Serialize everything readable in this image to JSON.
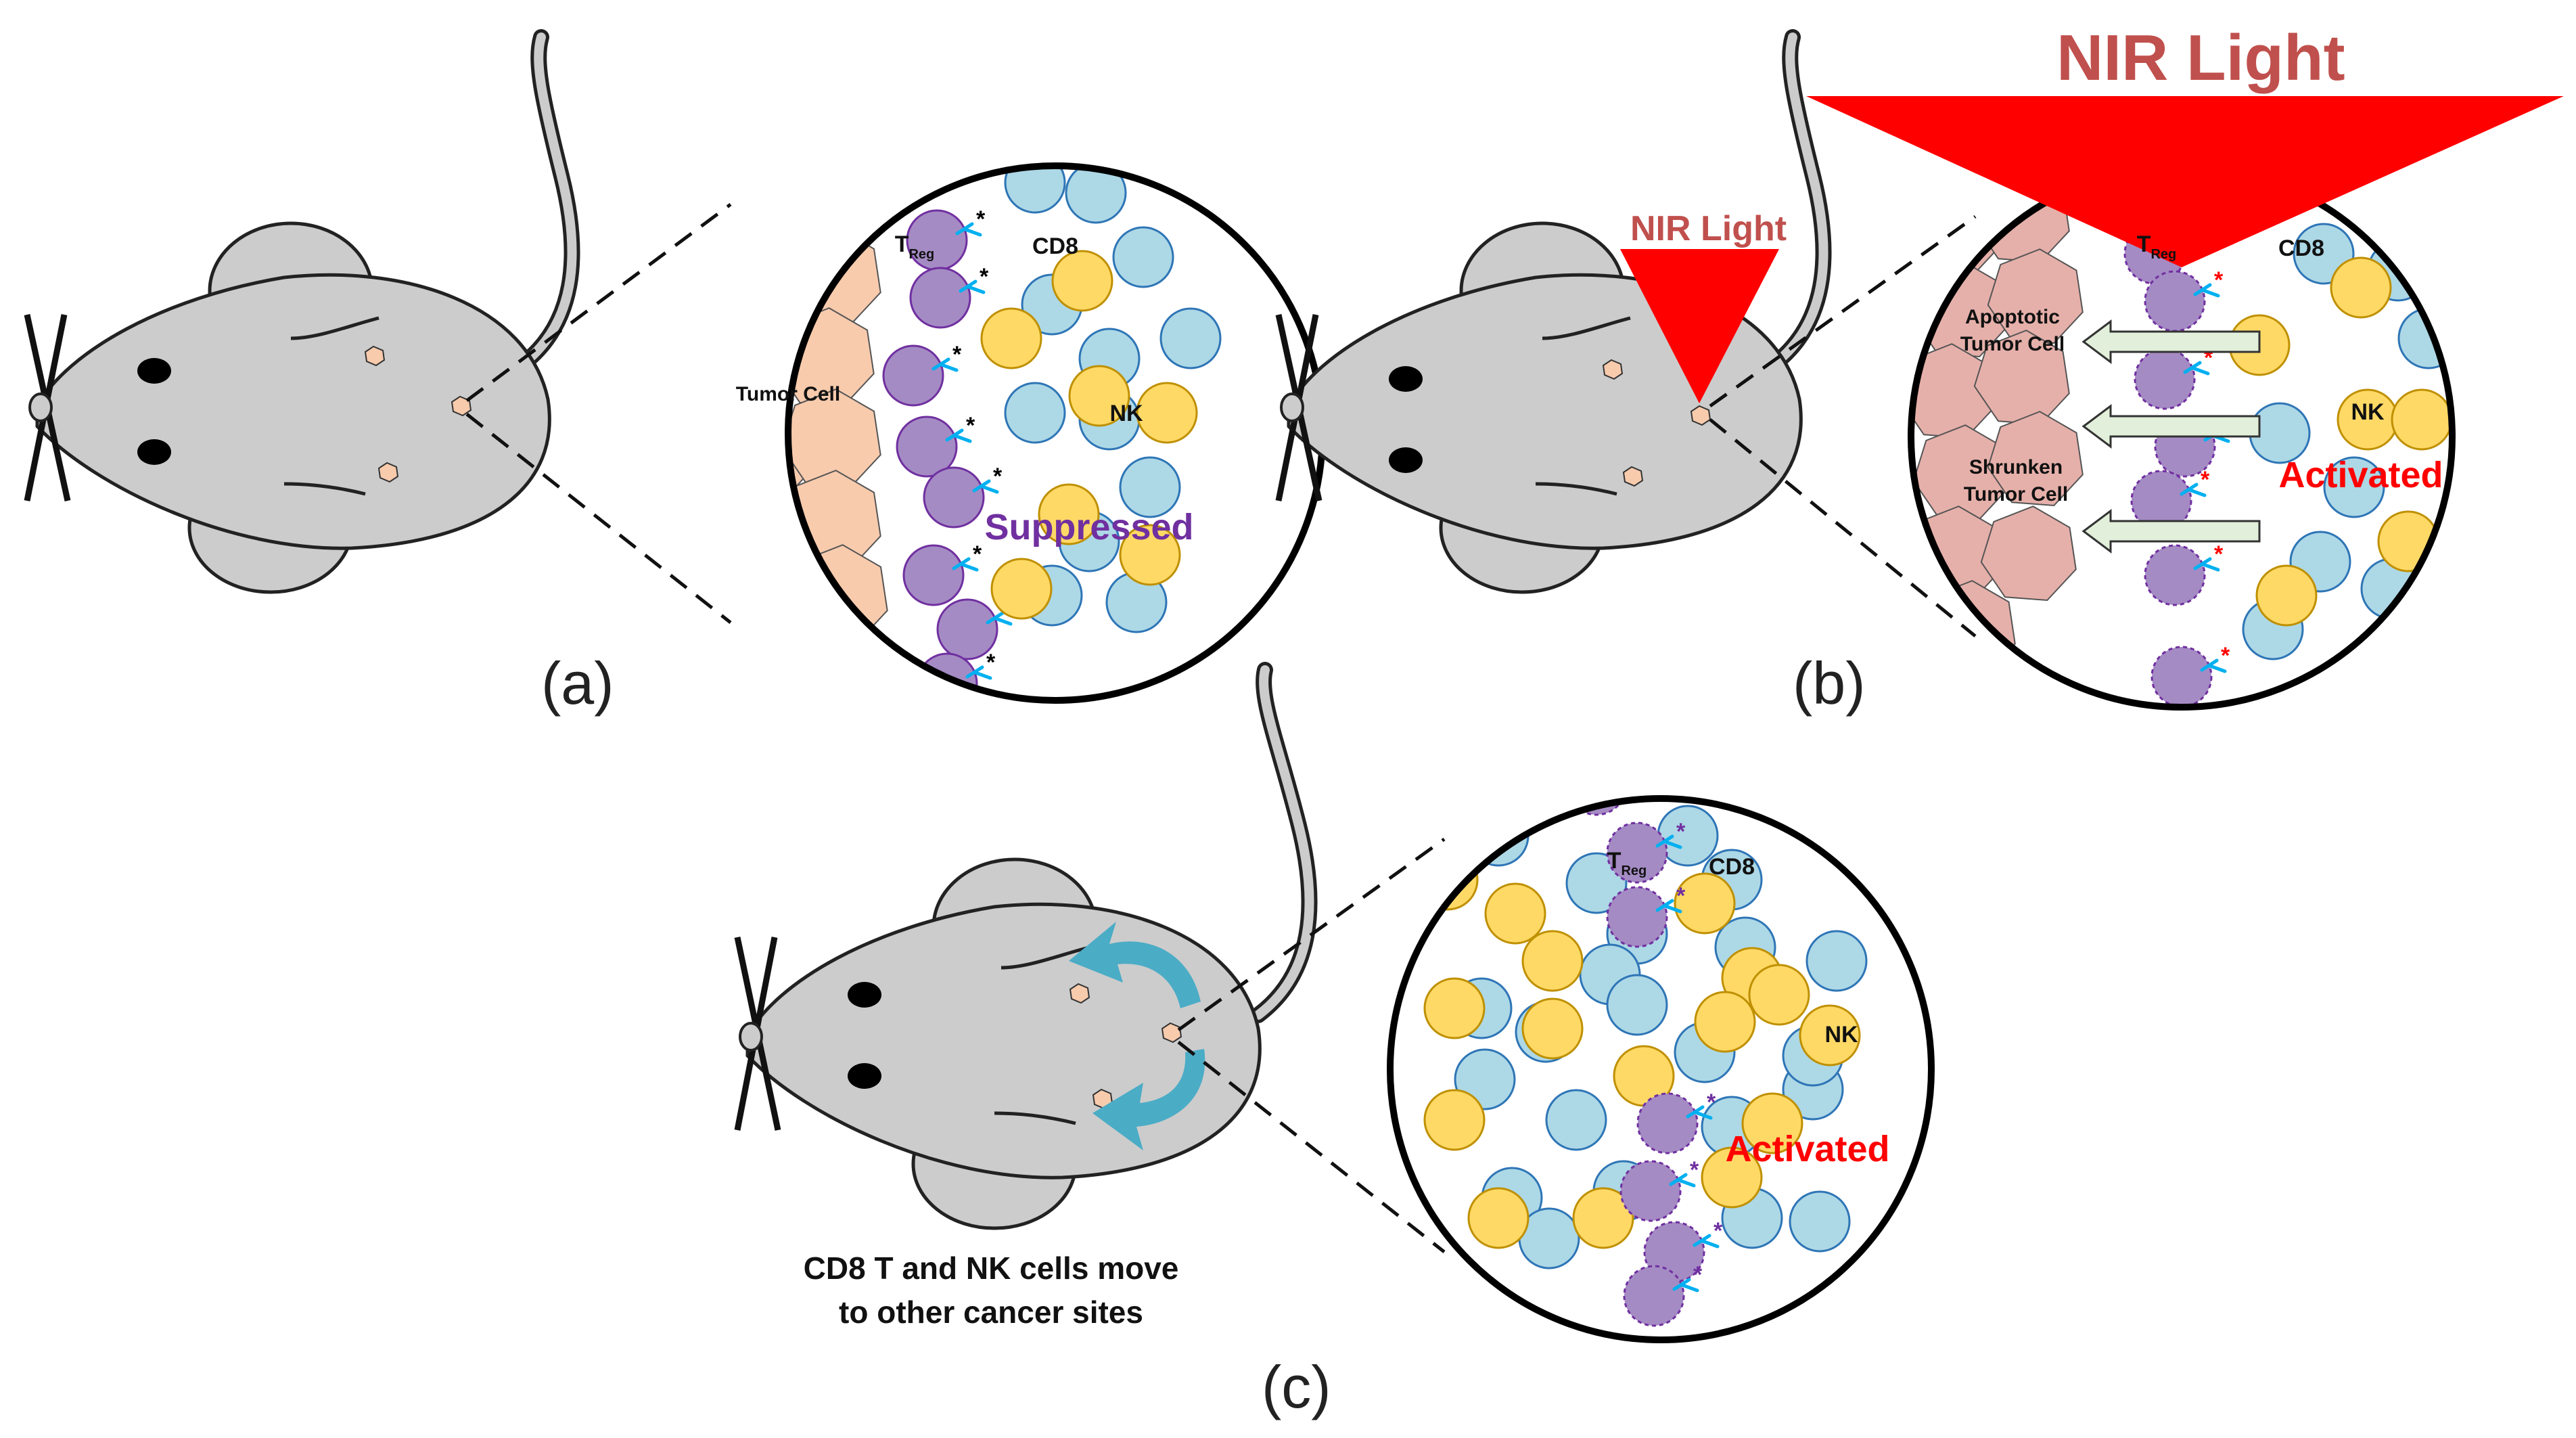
{
  "panels": {
    "a": {
      "label": "(a)",
      "tumor_label": "Tumor Cell",
      "treg_label": "T",
      "treg_sub": "Reg",
      "cd8_label": "CD8",
      "nk_label": "NK",
      "state_label": "Suppressed"
    },
    "b": {
      "label": "(b)",
      "nir_big": "NIR Light",
      "nir_small": "NIR Light",
      "apoptotic_line1": "Apoptotic",
      "apoptotic_line2": "Tumor Cell",
      "shrunken_line1": "Shrunken",
      "shrunken_line2": "Tumor Cell",
      "treg_label": "T",
      "treg_sub": "Reg",
      "cd8_label": "CD8",
      "nk_label": "NK",
      "state_label": "Activated"
    },
    "c": {
      "label": "(c)",
      "treg_label": "T",
      "treg_sub": "Reg",
      "cd8_label": "CD8",
      "nk_label": "NK",
      "state_label": "Activated",
      "caption_line1": "CD8 T and NK cells move",
      "caption_line2": "to other cancer sites"
    }
  },
  "colors": {
    "mouse_body": "#cccccc",
    "mouse_outline": "#222222",
    "tumor_cell": "#f8cbad",
    "tumor_cell_dead": "#e6b0aa",
    "treg": "#a58bc4",
    "treg_outline": "#7030a0",
    "cd8": "#add8e6",
    "cd8_outline": "#2e75b6",
    "nk": "#ffd966",
    "nk_outline": "#bf9000",
    "antibody": "#00b0f0",
    "nir_red": "#ff0000",
    "nir_text": "#c0504d",
    "migration_arrow": "#4bacc6",
    "release_arrow": "#e2efda"
  },
  "icons": [
    "mouse-icon",
    "antibody-icon",
    "star-icon",
    "migration-arrow-icon",
    "release-arrow-icon"
  ]
}
